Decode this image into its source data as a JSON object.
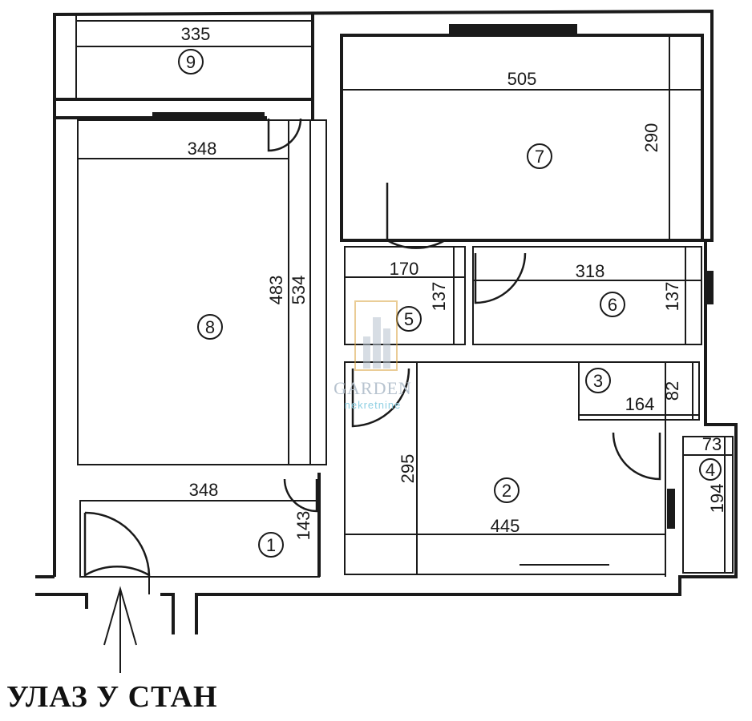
{
  "caption": "УЛАЗ У СТАН",
  "watermark": {
    "brand": "GARDEN",
    "sub": "nekretnine"
  },
  "rooms": [
    {
      "num": "1",
      "dims": [
        "348",
        "143"
      ]
    },
    {
      "num": "2",
      "dims": [
        "295",
        "445"
      ]
    },
    {
      "num": "3",
      "dims": [
        "164",
        "82"
      ]
    },
    {
      "num": "4",
      "dims": [
        "73",
        "194"
      ]
    },
    {
      "num": "5",
      "dims": [
        "170",
        "137"
      ]
    },
    {
      "num": "6",
      "dims": [
        "318",
        "137"
      ]
    },
    {
      "num": "7",
      "dims": [
        "505",
        "290"
      ]
    },
    {
      "num": "8",
      "dims": [
        "348",
        "483",
        "534"
      ]
    },
    {
      "num": "9",
      "dims": [
        "335"
      ]
    }
  ],
  "colors": {
    "ink": "#1a1a1a",
    "watermark": "#b7c3cf",
    "watermark_accent": "#8fd0e3",
    "gold": "#d9a441"
  }
}
